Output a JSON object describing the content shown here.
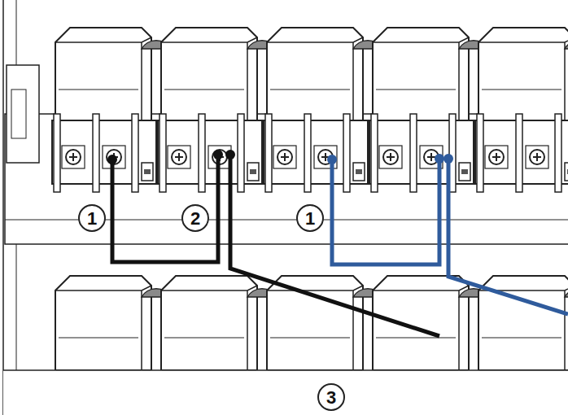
{
  "diagram": {
    "labels": [
      "1",
      "2",
      "1",
      "3"
    ]
  }
}
